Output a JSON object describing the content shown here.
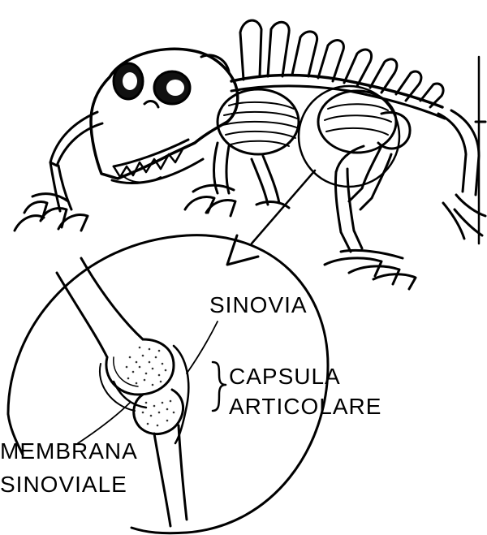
{
  "labels": {
    "sinovia": "SINOVIA",
    "capsula_line1": "CAPSULA",
    "capsula_line2": "ARTICOLARE",
    "membrana_line1": "MEMBRANA",
    "membrana_line2": "SINOVIALE"
  },
  "colors": {
    "ink": "#000000",
    "paper": "#ffffff",
    "stipple": "#333333"
  }
}
